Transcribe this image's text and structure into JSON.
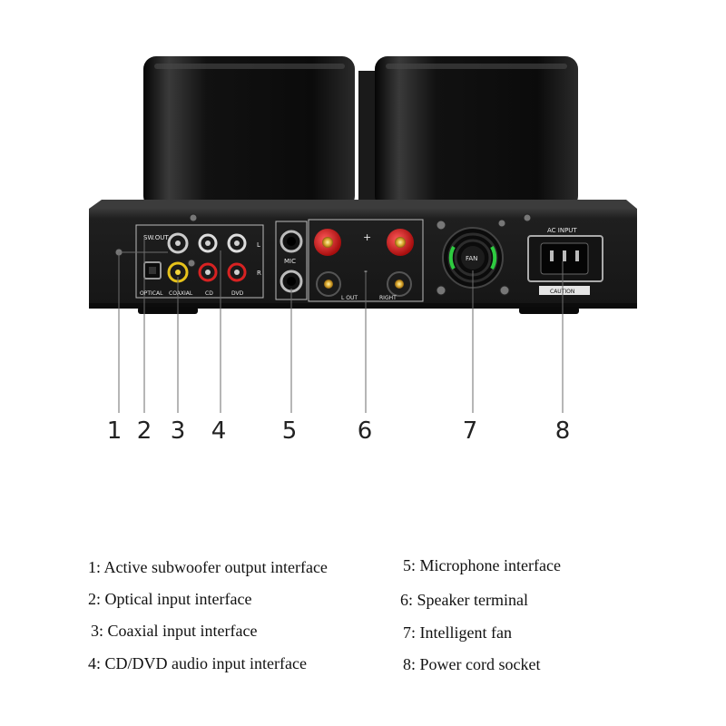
{
  "panel_labels": {
    "sw_out": "SW.OUT",
    "optical": "OPTICAL",
    "coaxial": "COAXIAL",
    "cd": "CD",
    "dvd": "DVD",
    "left": "L",
    "right": "R",
    "mic": "MIC",
    "plus": "+",
    "minus": "-",
    "out_left": "L OUT",
    "out_right": "RIGHT",
    "fan": "FAN",
    "ac_input": "AC INPUT",
    "caution": "CAUTION"
  },
  "callouts": [
    "1",
    "2",
    "3",
    "4",
    "5",
    "6",
    "7",
    "8"
  ],
  "legend": {
    "left": [
      "1: Active subwoofer output interface",
      "2: Optical input interface",
      "3: Coaxial input interface",
      "4: CD/DVD audio input interface"
    ],
    "right": [
      "5: Microphone interface",
      "6: Speaker terminal",
      "7: Intelligent fan",
      "8: Power cord socket"
    ]
  }
}
